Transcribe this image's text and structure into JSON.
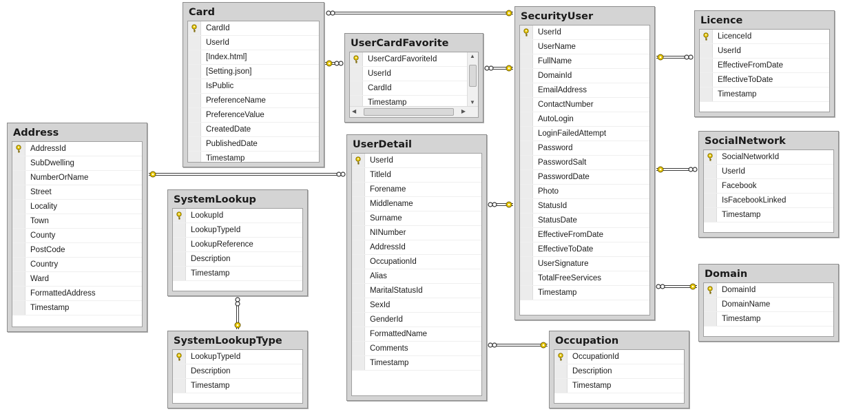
{
  "diagram": {
    "tables": [
      {
        "id": "card",
        "title": "Card",
        "columns": [
          {
            "name": "CardId",
            "key": true
          },
          {
            "name": "UserId"
          },
          {
            "name": "[Index.html]"
          },
          {
            "name": "[Setting.json]"
          },
          {
            "name": "IsPublic"
          },
          {
            "name": "PreferenceName"
          },
          {
            "name": "PreferenceValue"
          },
          {
            "name": "CreatedDate"
          },
          {
            "name": "PublishedDate"
          },
          {
            "name": "Timestamp"
          }
        ]
      },
      {
        "id": "usercardfavorite",
        "title": "UserCardFavorite",
        "scrollable": true,
        "columns": [
          {
            "name": "UserCardFavoriteId",
            "key": true
          },
          {
            "name": "UserId"
          },
          {
            "name": "CardId"
          },
          {
            "name": "Timestamp"
          }
        ]
      },
      {
        "id": "securityuser",
        "title": "SecurityUser",
        "columns": [
          {
            "name": "UserId",
            "key": true
          },
          {
            "name": "UserName"
          },
          {
            "name": "FullName"
          },
          {
            "name": "DomainId"
          },
          {
            "name": "EmailAddress"
          },
          {
            "name": "ContactNumber"
          },
          {
            "name": "AutoLogin"
          },
          {
            "name": "LoginFailedAttempt"
          },
          {
            "name": "Password"
          },
          {
            "name": "PasswordSalt"
          },
          {
            "name": "PasswordDate"
          },
          {
            "name": "Photo"
          },
          {
            "name": "StatusId"
          },
          {
            "name": "StatusDate"
          },
          {
            "name": "EffectiveFromDate"
          },
          {
            "name": "EffectiveToDate"
          },
          {
            "name": "UserSignature"
          },
          {
            "name": "TotalFreeServices"
          },
          {
            "name": "Timestamp"
          }
        ]
      },
      {
        "id": "licence",
        "title": "Licence",
        "columns": [
          {
            "name": "LicenceId",
            "key": true
          },
          {
            "name": "UserId"
          },
          {
            "name": "EffectiveFromDate"
          },
          {
            "name": "EffectiveToDate"
          },
          {
            "name": "Timestamp"
          }
        ]
      },
      {
        "id": "address",
        "title": "Address",
        "columns": [
          {
            "name": "AddressId",
            "key": true
          },
          {
            "name": "SubDwelling"
          },
          {
            "name": "NumberOrName"
          },
          {
            "name": "Street"
          },
          {
            "name": "Locality"
          },
          {
            "name": "Town"
          },
          {
            "name": "County"
          },
          {
            "name": "PostCode"
          },
          {
            "name": "Country"
          },
          {
            "name": "Ward"
          },
          {
            "name": "FormattedAddress"
          },
          {
            "name": "Timestamp"
          }
        ]
      },
      {
        "id": "userdetail",
        "title": "UserDetail",
        "columns": [
          {
            "name": "UserId",
            "key": true
          },
          {
            "name": "TitleId"
          },
          {
            "name": "Forename"
          },
          {
            "name": "Middlename"
          },
          {
            "name": "Surname"
          },
          {
            "name": "NINumber"
          },
          {
            "name": "AddressId"
          },
          {
            "name": "OccupationId"
          },
          {
            "name": "Alias"
          },
          {
            "name": "MaritalStatusId"
          },
          {
            "name": "SexId"
          },
          {
            "name": "GenderId"
          },
          {
            "name": "FormattedName"
          },
          {
            "name": "Comments"
          },
          {
            "name": "Timestamp"
          }
        ]
      },
      {
        "id": "socialnetwork",
        "title": "SocialNetwork",
        "columns": [
          {
            "name": "SocialNetworkId",
            "key": true
          },
          {
            "name": "UserId"
          },
          {
            "name": "Facebook"
          },
          {
            "name": "IsFacebookLinked"
          },
          {
            "name": "Timestamp"
          }
        ]
      },
      {
        "id": "systemlookup",
        "title": "SystemLookup",
        "columns": [
          {
            "name": "LookupId",
            "key": true
          },
          {
            "name": "LookupTypeId"
          },
          {
            "name": "LookupReference"
          },
          {
            "name": "Description"
          },
          {
            "name": "Timestamp"
          }
        ]
      },
      {
        "id": "domain",
        "title": "Domain",
        "columns": [
          {
            "name": "DomainId",
            "key": true
          },
          {
            "name": "DomainName"
          },
          {
            "name": "Timestamp"
          }
        ]
      },
      {
        "id": "systemlookuptype",
        "title": "SystemLookupType",
        "columns": [
          {
            "name": "LookupTypeId",
            "key": true
          },
          {
            "name": "Description"
          },
          {
            "name": "Timestamp"
          }
        ]
      },
      {
        "id": "occupation",
        "title": "Occupation",
        "columns": [
          {
            "name": "OccupationId",
            "key": true
          },
          {
            "name": "Description"
          },
          {
            "name": "Timestamp"
          }
        ]
      }
    ],
    "relationships": [
      {
        "name": "card-securityuser",
        "from": "card",
        "to": "securityuser",
        "many_end": "card",
        "one_end": "securityuser"
      },
      {
        "name": "card-usercardfavorite",
        "from": "card",
        "to": "usercardfavorite",
        "many_end": "usercardfavorite",
        "one_end": "card"
      },
      {
        "name": "usercardfavorite-securityuser",
        "from": "usercardfavorite",
        "to": "securityuser",
        "many_end": "usercardfavorite",
        "one_end": "securityuser"
      },
      {
        "name": "securityuser-licence",
        "from": "securityuser",
        "to": "licence",
        "many_end": "licence",
        "one_end": "securityuser"
      },
      {
        "name": "address-userdetail",
        "from": "address",
        "to": "userdetail",
        "many_end": "userdetail",
        "one_end": "address"
      },
      {
        "name": "userdetail-securityuser",
        "from": "userdetail",
        "to": "securityuser",
        "many_end": "userdetail",
        "one_end": "securityuser"
      },
      {
        "name": "securityuser-socialnetwork",
        "from": "securityuser",
        "to": "socialnetwork",
        "many_end": "socialnetwork",
        "one_end": "securityuser"
      },
      {
        "name": "securityuser-domain",
        "from": "securityuser",
        "to": "domain",
        "many_end": "securityuser",
        "one_end": "domain"
      },
      {
        "name": "systemlookup-systemlookuptype",
        "from": "systemlookup",
        "to": "systemlookuptype",
        "many_end": "systemlookup",
        "one_end": "systemlookuptype"
      },
      {
        "name": "userdetail-occupation",
        "from": "userdetail",
        "to": "occupation",
        "many_end": "userdetail",
        "one_end": "occupation"
      }
    ],
    "icons": {
      "primary_key": "key-icon",
      "many_end": "infinity-icon",
      "one_end": "key-icon"
    },
    "colors": {
      "key_gold": "#e8c800",
      "line": "#3c3c3c",
      "header_bg": "#d4d4d4"
    }
  }
}
